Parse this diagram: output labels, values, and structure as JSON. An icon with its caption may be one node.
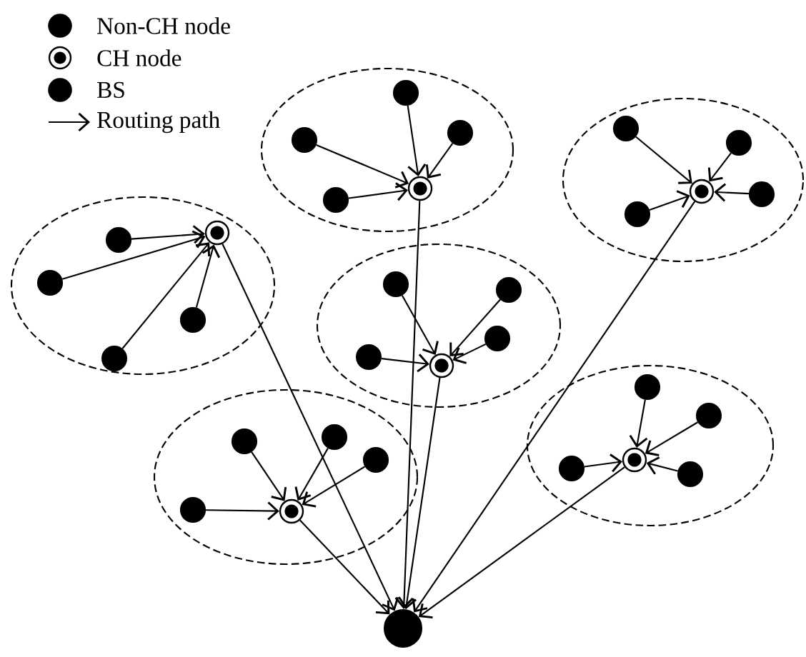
{
  "diagram": {
    "nodes": [
      {
        "text": [],
        "shape": "ellipse"
      },
      {
        "text": [],
        "shape": "circle",
        "in": 0
      },
      {
        "text": [],
        "shape": "circle",
        "in": 0
      },
      {
        "text": [],
        "shape": "circle",
        "in": 0
      },
      {
        "text": [],
        "shape": "circle",
        "in": 0
      },
      {
        "text": [],
        "shape": "ring",
        "in": 0
      },
      {
        "text": [],
        "shape": "ellipse"
      },
      {
        "text": [],
        "shape": "circle",
        "in": 6
      },
      {
        "text": [],
        "shape": "circle",
        "in": 6
      },
      {
        "text": [],
        "shape": "circle",
        "in": 6
      },
      {
        "text": [],
        "shape": "circle",
        "in": 6
      },
      {
        "text": [],
        "shape": "ring",
        "in": 6
      },
      {
        "text": [],
        "shape": "ellipse"
      },
      {
        "text": [],
        "shape": "circle",
        "in": 12
      },
      {
        "text": [],
        "shape": "circle",
        "in": 12
      },
      {
        "text": [],
        "shape": "circle",
        "in": 12
      },
      {
        "text": [],
        "shape": "circle",
        "in": 12
      },
      {
        "text": [],
        "shape": "ring",
        "in": 12
      },
      {
        "text": [],
        "shape": "ellipse"
      },
      {
        "text": [],
        "shape": "circle",
        "in": 18
      },
      {
        "text": [],
        "shape": "circle",
        "in": 18
      },
      {
        "text": [],
        "shape": "circle",
        "in": 18
      },
      {
        "text": [],
        "shape": "circle",
        "in": 18
      },
      {
        "text": [],
        "shape": "ring",
        "in": 18
      },
      {
        "text": [],
        "shape": "ellipse"
      },
      {
        "text": [],
        "shape": "circle",
        "in": 24
      },
      {
        "text": [],
        "shape": "circle",
        "in": 24
      },
      {
        "text": [],
        "shape": "circle",
        "in": 24
      },
      {
        "text": [],
        "shape": "circle",
        "in": 24
      },
      {
        "text": [],
        "shape": "ring",
        "in": 24
      },
      {
        "text": [],
        "shape": "ellipse"
      },
      {
        "text": [],
        "shape": "circle",
        "in": 30
      },
      {
        "text": [],
        "shape": "circle",
        "in": 30
      },
      {
        "text": [],
        "shape": "circle",
        "in": 30
      },
      {
        "text": [],
        "shape": "circle",
        "in": 30
      },
      {
        "text": [],
        "shape": "ring",
        "in": 30
      },
      {
        "text": [],
        "shape": "circle"
      }
    ],
    "edges": [
      {
        "from": 1,
        "to": 5,
        "arrow": "to"
      },
      {
        "from": 2,
        "to": 5,
        "arrow": "to"
      },
      {
        "from": 3,
        "to": 5,
        "arrow": "to"
      },
      {
        "from": 4,
        "to": 5,
        "arrow": "to"
      },
      {
        "from": 7,
        "to": 11,
        "arrow": "to"
      },
      {
        "from": 8,
        "to": 11,
        "arrow": "to"
      },
      {
        "from": 9,
        "to": 11,
        "arrow": "to"
      },
      {
        "from": 10,
        "to": 11,
        "arrow": "to"
      },
      {
        "from": 13,
        "to": 17,
        "arrow": "to"
      },
      {
        "from": 14,
        "to": 17,
        "arrow": "to"
      },
      {
        "from": 15,
        "to": 17,
        "arrow": "to"
      },
      {
        "from": 16,
        "to": 17,
        "arrow": "to"
      },
      {
        "from": 19,
        "to": 23,
        "arrow": "to"
      },
      {
        "from": 20,
        "to": 23,
        "arrow": "to"
      },
      {
        "from": 21,
        "to": 23,
        "arrow": "to"
      },
      {
        "from": 22,
        "to": 23,
        "arrow": "to"
      },
      {
        "from": 25,
        "to": 29,
        "arrow": "to"
      },
      {
        "from": 26,
        "to": 29,
        "arrow": "to"
      },
      {
        "from": 27,
        "to": 29,
        "arrow": "to"
      },
      {
        "from": 28,
        "to": 29,
        "arrow": "to"
      },
      {
        "from": 31,
        "to": 35,
        "arrow": "to"
      },
      {
        "from": 32,
        "to": 35,
        "arrow": "to"
      },
      {
        "from": 33,
        "to": 35,
        "arrow": "to"
      },
      {
        "from": 34,
        "to": 35,
        "arrow": "to"
      },
      {
        "from": 5,
        "to": 36,
        "arrow": "to"
      },
      {
        "from": 11,
        "to": 36,
        "arrow": "to"
      },
      {
        "from": 17,
        "to": 36,
        "arrow": "to"
      },
      {
        "from": 23,
        "to": 36,
        "arrow": "to"
      },
      {
        "from": 29,
        "to": 36,
        "arrow": "to"
      },
      {
        "from": 35,
        "to": 36,
        "arrow": "to"
      }
    ],
    "legend": [
      {
        "text": "Non-CH node"
      },
      {
        "text": "CH node"
      },
      {
        "text": "BS"
      },
      {
        "text": "Routing path"
      }
    ]
  }
}
